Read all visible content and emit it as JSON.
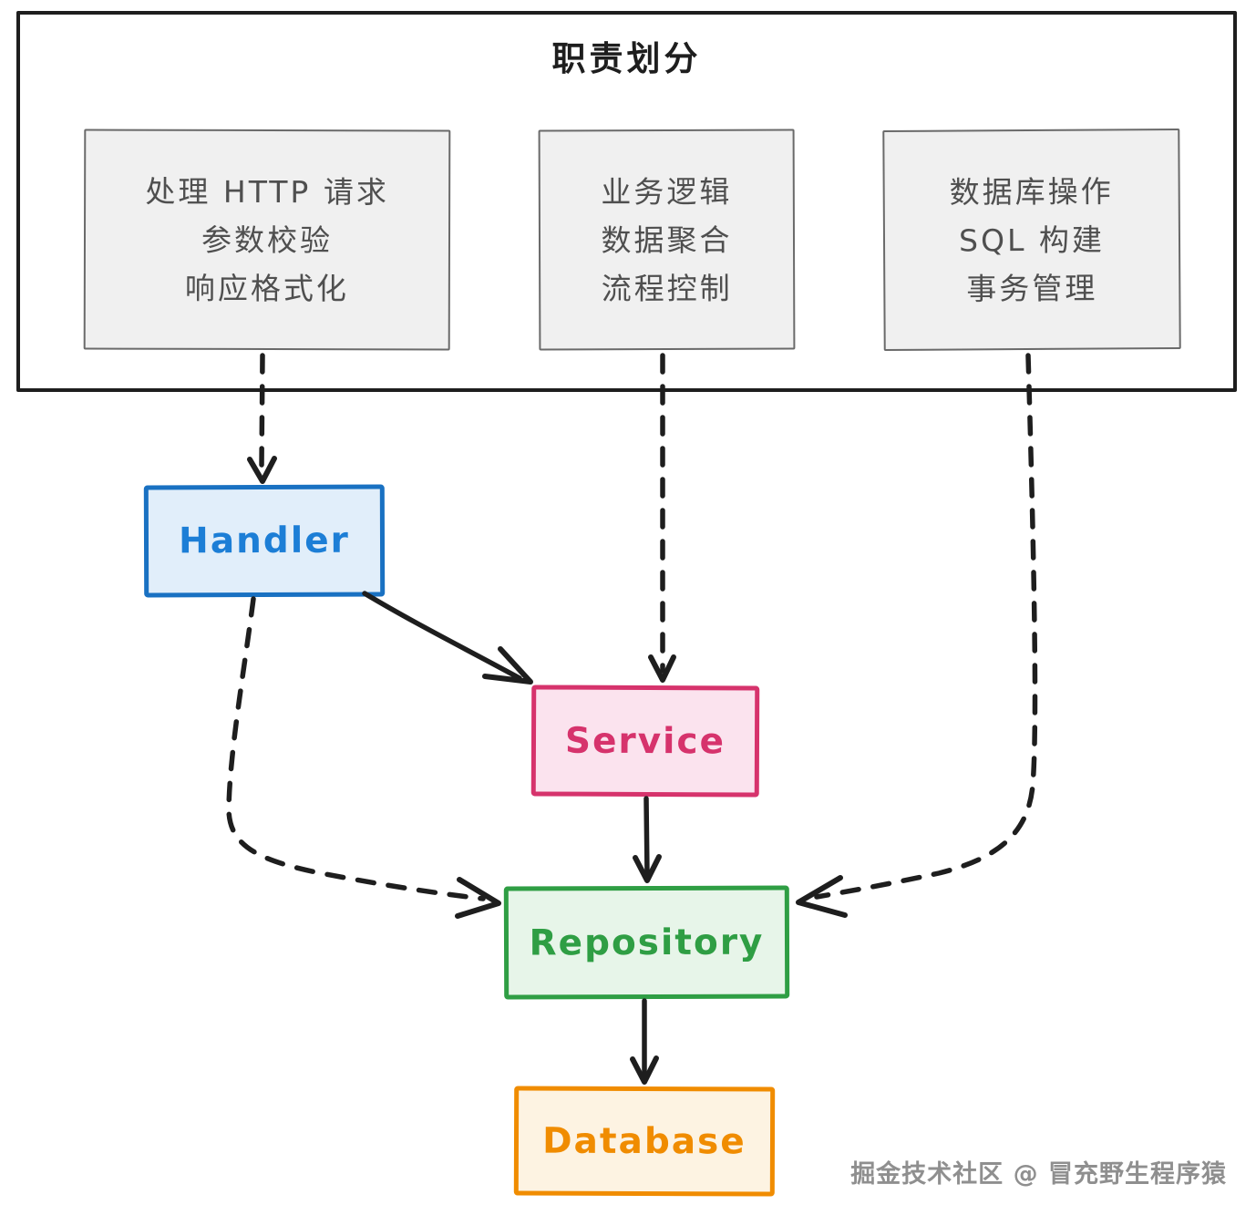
{
  "colors": {
    "ink": "#1e1e1e",
    "title_text": "#1e1e1e",
    "duty_border": "#6a6a6a",
    "duty_fill": "#f0f0f0",
    "duty_text": "#4f4f4f",
    "watermark_text": "#8f8f8f"
  },
  "container": {
    "title": "职责划分"
  },
  "duties": [
    {
      "lines": [
        "处理 HTTP 请求",
        "参数校验",
        "响应格式化"
      ]
    },
    {
      "lines": [
        "业务逻辑",
        "数据聚合",
        "流程控制"
      ]
    },
    {
      "lines": [
        "数据库操作",
        "SQL 构建",
        "事务管理"
      ]
    }
  ],
  "nodes": {
    "handler": {
      "label": "Handler",
      "border": "#1971c2",
      "fill": "#e1eefa",
      "text": "#1c7ed6"
    },
    "service": {
      "label": "Service",
      "border": "#d6336c",
      "fill": "#fbe3ee",
      "text": "#d6336c"
    },
    "repository": {
      "label": "Repository",
      "border": "#2f9e44",
      "fill": "#e7f5e9",
      "text": "#2f9e44"
    },
    "database": {
      "label": "Database",
      "border": "#f08c00",
      "fill": "#fdf3e2",
      "text": "#f08c00"
    }
  },
  "watermark": "掘金技术社区 @ 冒充野生程序猿"
}
